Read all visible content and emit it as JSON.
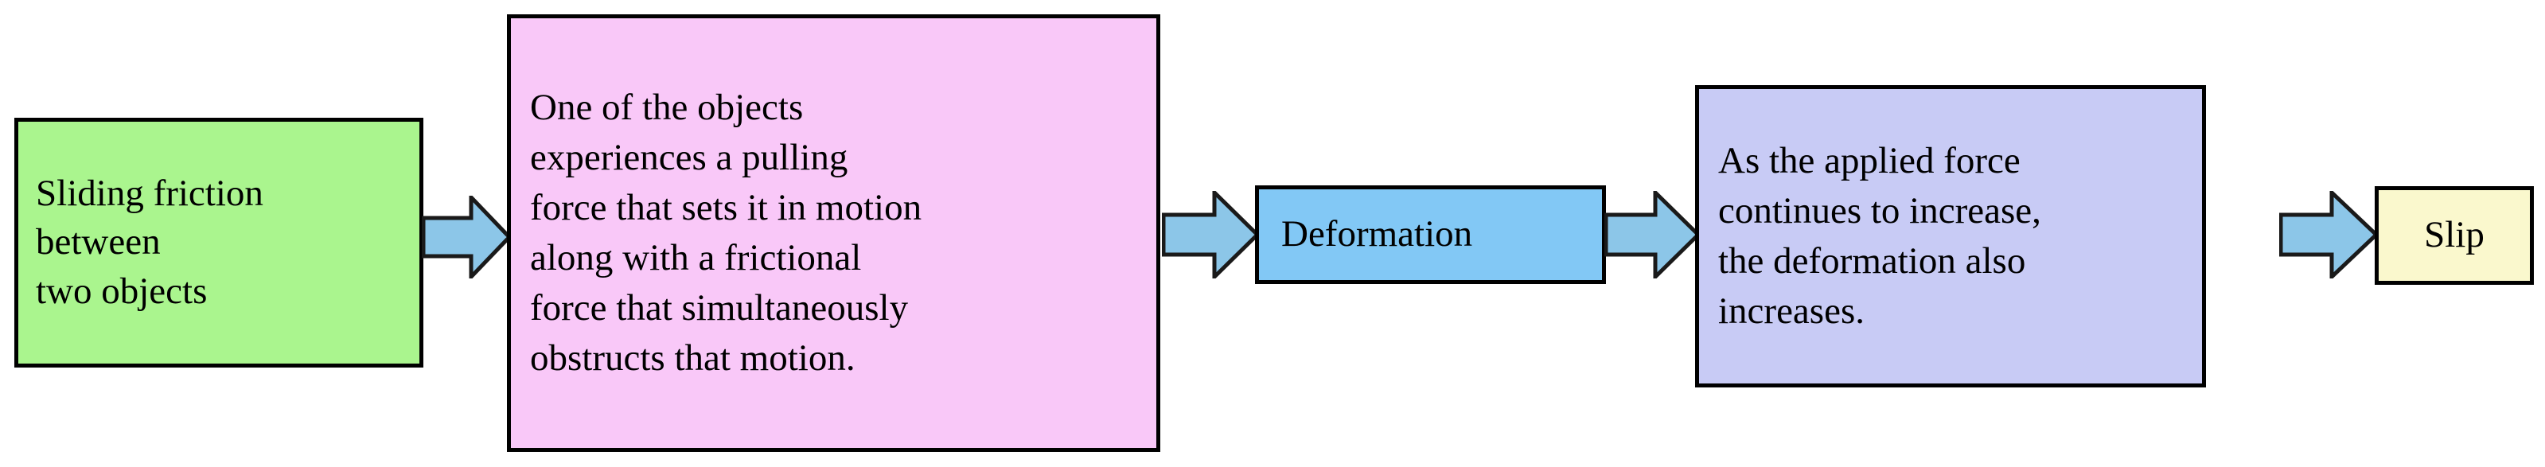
{
  "diagram": {
    "title": "Sliding friction to slip process flowchart",
    "type": "left-to-right linear flowchart",
    "background": "#ffffff",
    "arrow_color": "#8cc6e8",
    "arrow_outline": "#1a1a1a",
    "border_color": "#000000"
  },
  "nodes": [
    {
      "id": "start",
      "label": "Sliding friction\nbetween\ntwo objects",
      "fill": "#aaf58e",
      "align": "left"
    },
    {
      "id": "pull",
      "label": "One of the objects\nexperiences a pulling\nforce that sets it in motion\nalong with a frictional\nforce that simultaneously\nobstructs that motion.",
      "fill": "#f9c8f8",
      "align": "left"
    },
    {
      "id": "deformation",
      "label": "Deformation",
      "fill": "#82c8f5",
      "align": "left"
    },
    {
      "id": "increase",
      "label": "As the applied force\ncontinues to increase,\nthe deformation also\nincreases.",
      "fill": "#c8cbf5",
      "align": "left"
    },
    {
      "id": "slip",
      "label": "Slip",
      "fill": "#faf8cd",
      "align": "center"
    }
  ],
  "arrows": [
    {
      "id": "arrow-1",
      "from": "start",
      "to": "pull",
      "direction": "right"
    },
    {
      "id": "arrow-2",
      "from": "pull",
      "to": "deformation",
      "direction": "right"
    },
    {
      "id": "arrow-3",
      "from": "deformation",
      "to": "increase",
      "direction": "right"
    },
    {
      "id": "arrow-4",
      "from": "increase",
      "to": "slip",
      "direction": "right"
    }
  ]
}
